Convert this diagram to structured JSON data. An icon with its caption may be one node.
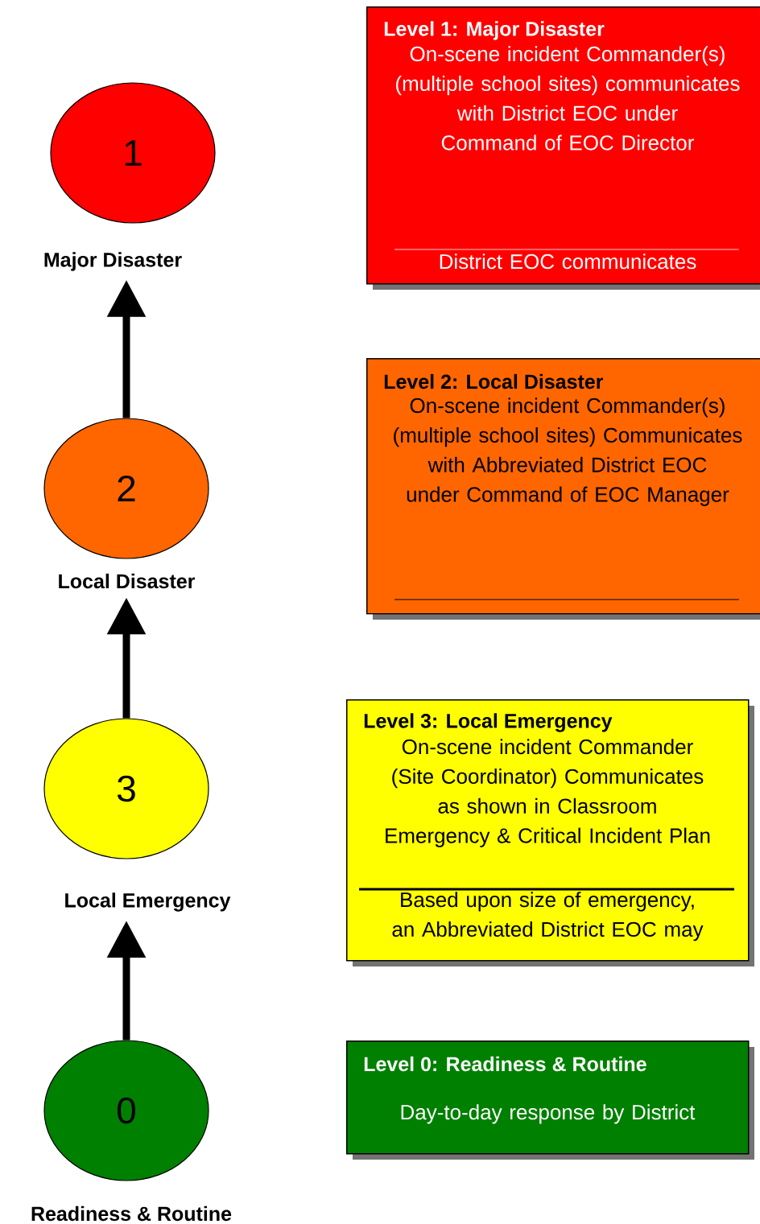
{
  "diagram": {
    "nodes": [
      {
        "text": [
          "1"
        ],
        "beside": [
          "Major Disaster"
        ]
      },
      {
        "text": [
          "Level 1: Major Disaster",
          "On-scene incident Commander(s) (multiple school sites) communicates with District EOC under Command of EOC Director",
          "District EOC communicates"
        ]
      },
      {
        "text": [
          "2"
        ],
        "beside": [
          "Local Disaster"
        ]
      },
      {
        "text": [
          "Level 2: Local Disaster",
          "On-scene incident Commander(s) (multiple school sites) Communicates with Abbreviated District EOC under Command of EOC Manager"
        ]
      },
      {
        "text": [
          "3"
        ],
        "beside": [
          "Local Emergency"
        ]
      },
      {
        "text": [
          "Level 3: Local Emergency",
          "On-scene incident Commander (Site Coordinator) Communicates as shown in Classroom Emergency & Critical Incident Plan",
          "Based upon size of emergency, an Abbreviated District EOC may"
        ]
      },
      {
        "text": [
          "0"
        ],
        "beside": [
          "Readiness & Routine"
        ]
      },
      {
        "text": [
          "Level  0: Readiness & Routine",
          "Day-to-day response by District"
        ]
      }
    ],
    "edges": [
      {
        "from": 6,
        "to": 4,
        "arrow": "to"
      },
      {
        "from": 4,
        "to": 2,
        "arrow": "to"
      },
      {
        "from": 2,
        "to": 0,
        "arrow": "to"
      }
    ]
  }
}
